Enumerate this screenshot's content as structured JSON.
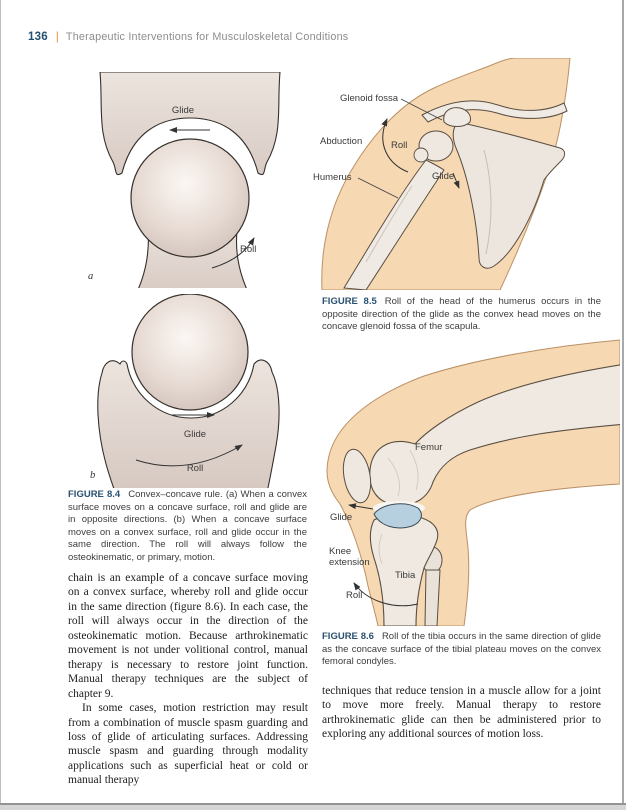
{
  "header": {
    "page_number": "136",
    "separator": "|",
    "title": "Therapeutic Interventions for Musculoskeletal Conditions"
  },
  "figure_8_4": {
    "label": "FIGURE 8.4",
    "caption": "Convex–concave rule. (a) When a convex surface moves on a concave surface, roll and glide are in opposite directions. (b) When a concave surface moves on a convex surface, roll and glide occur in the same direction. The roll will always follow the osteokinematic, or primary, motion.",
    "panel_a": {
      "letter": "a",
      "glide": "Glide",
      "roll": "Roll"
    },
    "panel_b": {
      "letter": "b",
      "glide": "Glide",
      "roll": "Roll"
    }
  },
  "figure_8_5": {
    "label": "FIGURE 8.5",
    "caption": "Roll of the head of the humerus occurs in the opposite direction of the glide as the convex head moves on the concave glenoid fossa of the scapula.",
    "labels": {
      "glenoid_fossa": "Glenoid fossa",
      "abduction": "Abduction",
      "roll": "Roll",
      "humerus": "Humerus",
      "glide": "Glide"
    }
  },
  "figure_8_6": {
    "label": "FIGURE 8.6",
    "caption": "Roll of the tibia occurs in the same direction of glide as the concave surface of the tibial plateau moves on the convex femoral condyles.",
    "labels": {
      "femur": "Femur",
      "glide": "Glide",
      "knee_extension": "Knee extension",
      "tibia": "Tibia",
      "roll": "Roll"
    }
  },
  "body_text": {
    "left_paragraph_1": "chain is an example of a concave surface moving on a convex surface, whereby roll and glide occur in the same direction (figure 8.6). In each case, the roll will always occur in the direction of the osteokinematic motion. Because arthrokinematic movement is not under volitional control, manual therapy is necessary to restore joint function. Manual therapy techniques are the subject of chapter 9.",
    "left_paragraph_2": "In some cases, motion restriction may result from a combination of muscle spasm guarding and loss of glide of articulating surfaces. Addressing muscle spasm and guarding through modality applications such as superficial heat or cold or manual therapy",
    "right_paragraph_1": "techniques that reduce tension in a muscle allow for a joint to move more freely. Manual therapy to restore arthrokinematic glide can then be administered prior to exploring any additional sources of motion loss."
  },
  "colors": {
    "figure_label_navy": "#2a5171",
    "header_divider_orange": "#e69a3f",
    "skin_tone": "#f6d8b2",
    "bone": "#efe9e1",
    "tibial_plateau_blue": "#b6d0e0"
  }
}
